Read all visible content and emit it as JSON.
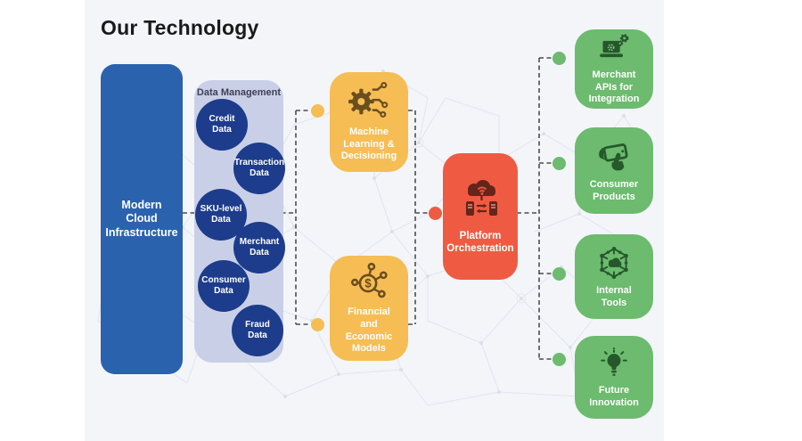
{
  "title": "Our Technology",
  "colors": {
    "background": "#ffffff",
    "canvas": "#f3f5f9",
    "primary_blue": "#2a62ae",
    "navy_circle": "#1d3c8c",
    "lavender_panel": "#c9cfe6",
    "yellow": "#f6bd55",
    "orange": "#ef5b42",
    "green": "#6cbb6e",
    "connector_line": "#4d4d4d"
  },
  "infrastructure": {
    "label": "Modern Cloud\nInfrastructure"
  },
  "data_management": {
    "label": "Data Management",
    "circles": [
      {
        "label": "Credit\nData"
      },
      {
        "label": "Transaction\nData"
      },
      {
        "label": "SKU-level\nData"
      },
      {
        "label": "Merchant\nData"
      },
      {
        "label": "Consumer\nData"
      },
      {
        "label": "Fraud\nData"
      }
    ]
  },
  "processing": [
    {
      "label": "Machine\nLearning &\nDecisioning",
      "icon": "gear-circuit-icon"
    },
    {
      "label": "Financial\nand\nEconomic\nModels",
      "icon": "dollar-network-icon"
    }
  ],
  "platform": {
    "label": "Platform\nOrchestration",
    "icon": "cloud-sync-icon"
  },
  "outputs": [
    {
      "label": "Merchant\nAPIs for\nIntegration",
      "icon": "laptop-gear-icon"
    },
    {
      "label": "Consumer\nProducts",
      "icon": "phone-hand-icon"
    },
    {
      "label": "Internal\nTools",
      "icon": "hexagon-network-icon"
    },
    {
      "label": "Future\nInnovation",
      "icon": "lightbulb-icon"
    }
  ]
}
